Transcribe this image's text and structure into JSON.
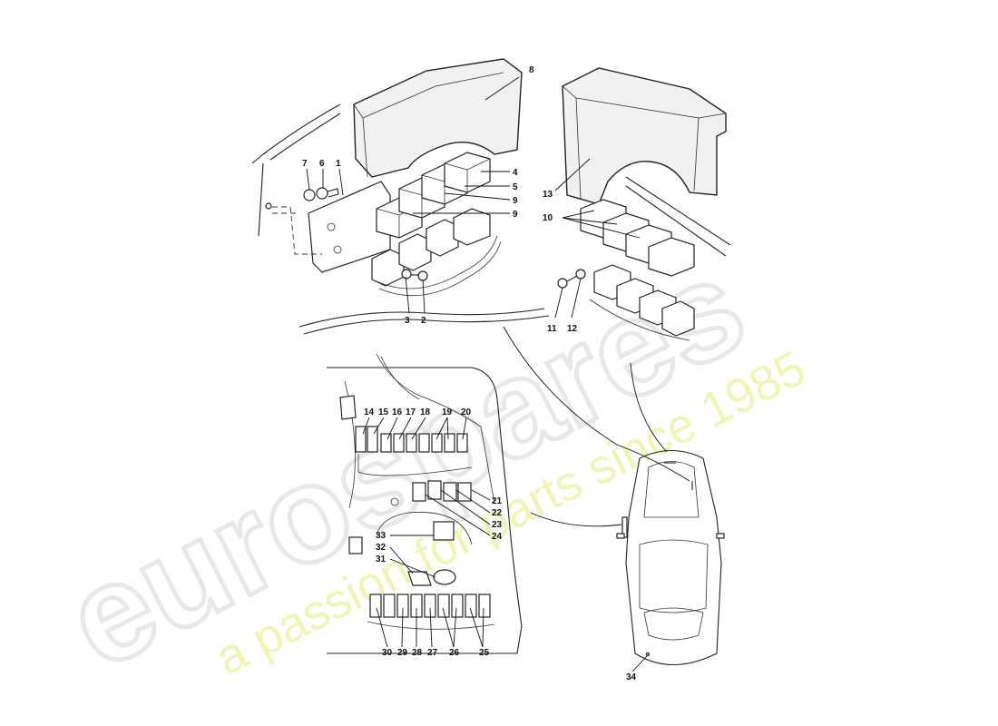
{
  "watermark": {
    "brand": "eurospares",
    "tagline": "a passion for parts since 1985"
  },
  "callouts": {
    "c1": "1",
    "c2": "2",
    "c3": "3",
    "c4": "4",
    "c5": "5",
    "c6": "6",
    "c7": "7",
    "c8": "8",
    "c9a": "9",
    "c9b": "9",
    "c10": "10",
    "c11": "11",
    "c12": "12",
    "c13": "13",
    "c14": "14",
    "c15": "15",
    "c16": "16",
    "c17": "17",
    "c18": "18",
    "c19": "19",
    "c20": "20",
    "c21": "21",
    "c22": "22",
    "c23": "23",
    "c24": "24",
    "c25": "25",
    "c26": "26",
    "c27": "27",
    "c28": "28",
    "c29": "29",
    "c30": "30",
    "c31": "31",
    "c32": "32",
    "c33": "33",
    "c34": "34"
  }
}
